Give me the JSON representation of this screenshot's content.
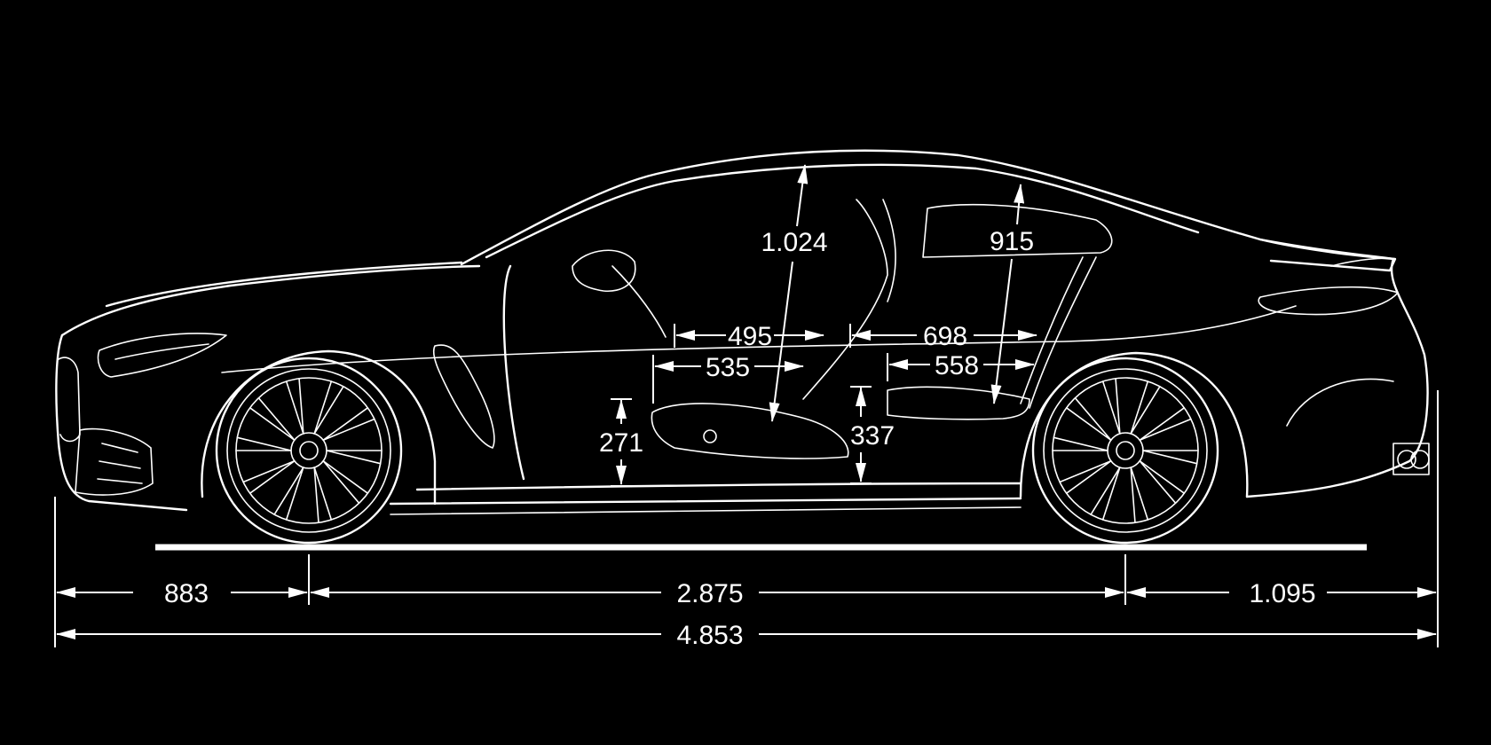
{
  "diagram": {
    "background": "#000000",
    "line_color": "#ffffff",
    "dimensions": {
      "front_overhang": "883",
      "wheelbase": "2.875",
      "rear_overhang": "1.095",
      "overall_length": "4.853",
      "front_headroom": "1.024",
      "rear_headroom": "915",
      "front_seat_depth": "495",
      "front_seat_cushion": "535",
      "rear_legroom": "698",
      "rear_seat_cushion": "558",
      "front_seat_height": "271",
      "rear_seat_height": "337"
    }
  }
}
